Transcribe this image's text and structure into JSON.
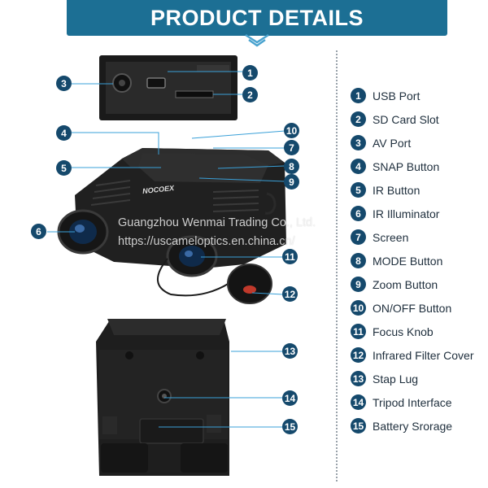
{
  "header": {
    "title": "PRODUCT DETAILS"
  },
  "device": {
    "brand": "NOCOEX"
  },
  "watermark": {
    "line1": "Guangzhou Wenmai Trading Co., Ltd.",
    "line2": "https://uscameloptics.en.china.cn/"
  },
  "legend": [
    {
      "num": "1",
      "label": "USB Port"
    },
    {
      "num": "2",
      "label": "SD Card Slot"
    },
    {
      "num": "3",
      "label": "AV Port"
    },
    {
      "num": "4",
      "label": "SNAP Button"
    },
    {
      "num": "5",
      "label": "IR Button"
    },
    {
      "num": "6",
      "label": "IR Illuminator"
    },
    {
      "num": "7",
      "label": "Screen"
    },
    {
      "num": "8",
      "label": "MODE Button"
    },
    {
      "num": "9",
      "label": "Zoom Button"
    },
    {
      "num": "10",
      "label": "ON/OFF Button"
    },
    {
      "num": "11",
      "label": "Focus Knob"
    },
    {
      "num": "12",
      "label": "Infrared Filter Cover"
    },
    {
      "num": "13",
      "label": "Stap Lug"
    },
    {
      "num": "14",
      "label": "Tripod Interface"
    },
    {
      "num": "15",
      "label": "Battery Srorage"
    }
  ],
  "colors": {
    "header": "#1c6f94",
    "badge": "#15496c",
    "leader": "#3aa0d8",
    "body": "#1f1f1f"
  }
}
